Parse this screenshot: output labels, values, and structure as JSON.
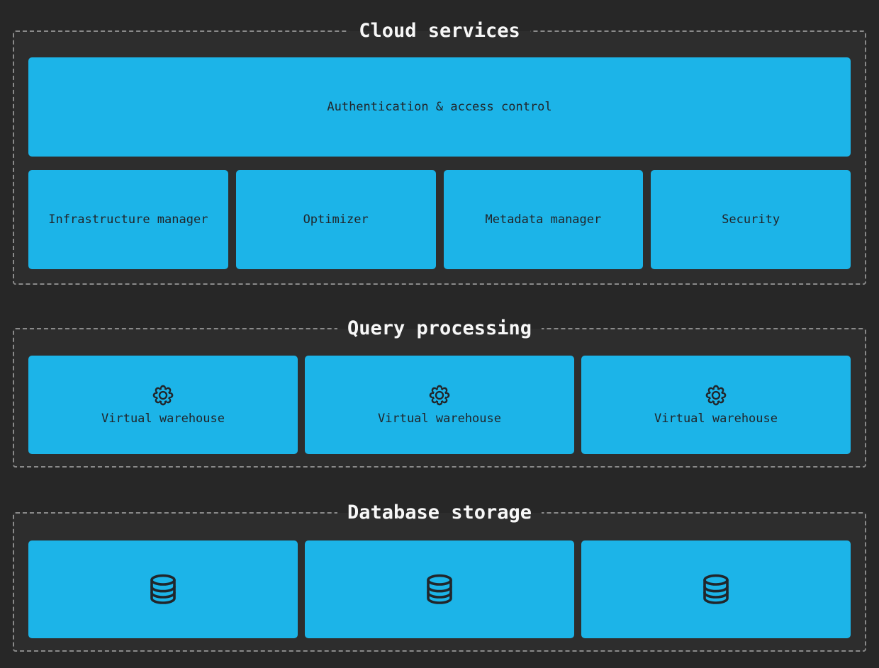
{
  "colors": {
    "page_bg": "#272727",
    "section_bg": "#2d2d2d",
    "dash_border": "#8a8a8a",
    "box_bg": "#1cb4e8",
    "box_text": "#21262b",
    "title_text": "#f7f7f7"
  },
  "diagram": {
    "sections": [
      {
        "title": "Cloud services",
        "banner": "Authentication & access control",
        "boxes": [
          "Infrastructure manager",
          "Optimizer",
          "Metadata manager",
          "Security"
        ]
      },
      {
        "title": "Query processing",
        "warehouses": [
          {
            "icon": "gear-icon",
            "label": "Virtual warehouse"
          },
          {
            "icon": "gear-icon",
            "label": "Virtual warehouse"
          },
          {
            "icon": "gear-icon",
            "label": "Virtual warehouse"
          }
        ]
      },
      {
        "title": "Database storage",
        "databases": [
          {
            "icon": "database-icon"
          },
          {
            "icon": "database-icon"
          },
          {
            "icon": "database-icon"
          }
        ]
      }
    ]
  }
}
